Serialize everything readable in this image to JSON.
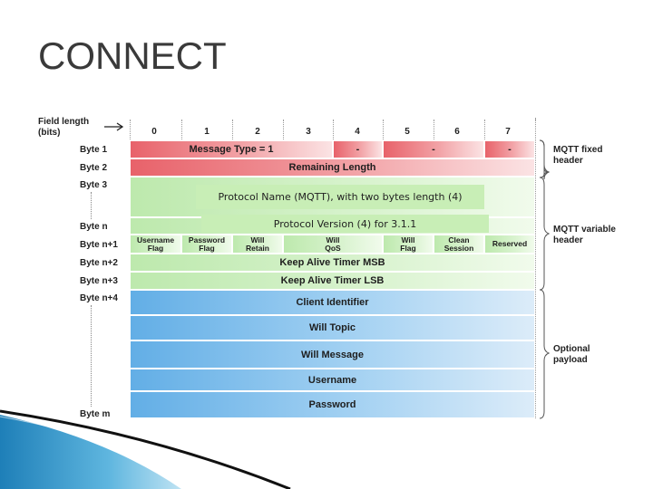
{
  "slide": {
    "title": "CONNECT"
  },
  "header": {
    "field_length": "Field length",
    "bits": "(bits)"
  },
  "columns": [
    "0",
    "1",
    "2",
    "3",
    "4",
    "5",
    "6",
    "7"
  ],
  "rows": {
    "byte1": "Byte 1",
    "byte2": "Byte 2",
    "byte3": "Byte 3",
    "byten": "Byte n",
    "byten1": "Byte n+1",
    "byten2": "Byte n+2",
    "byten3": "Byte n+3",
    "byten4": "Byte n+4",
    "bytem": "Byte m"
  },
  "fields": {
    "message_type": "Message Type = 1",
    "dash": "-",
    "remaining_length": "Remaining Length",
    "username_flag_1": "Username",
    "username_flag_2": "Flag",
    "password_flag_1": "Password",
    "password_flag_2": "Flag",
    "will_retain_1": "Will",
    "will_retain_2": "Retain",
    "will_qos_1": "Will",
    "will_qos_2": "QoS",
    "will_flag_1": "Will",
    "will_flag_2": "Flag",
    "clean_session_1": "Clean",
    "clean_session_2": "Session",
    "reserved": "Reserved",
    "keep_alive_msb": "Keep Alive Timer MSB",
    "keep_alive_lsb": "Keep Alive Timer LSB",
    "client_identifier": "Client Identifier",
    "will_topic": "Will Topic",
    "will_message": "Will Message",
    "username": "Username",
    "password": "Password"
  },
  "sections": {
    "fixed_1": "MQTT fixed",
    "fixed_2": "header",
    "variable_1": "MQTT variable",
    "variable_2": "header",
    "optional_1": "Optional",
    "optional_2": "payload"
  },
  "callouts": {
    "protocol_name": "Protocol Name (MQTT), with two bytes length (4)",
    "protocol_version": "Protocol Version (4) for 3.1.1"
  },
  "colors": {
    "fixed": "#e8626a",
    "variable": "#bde9ad",
    "payload": "#62aee6",
    "decor": "#1e7fb8"
  }
}
